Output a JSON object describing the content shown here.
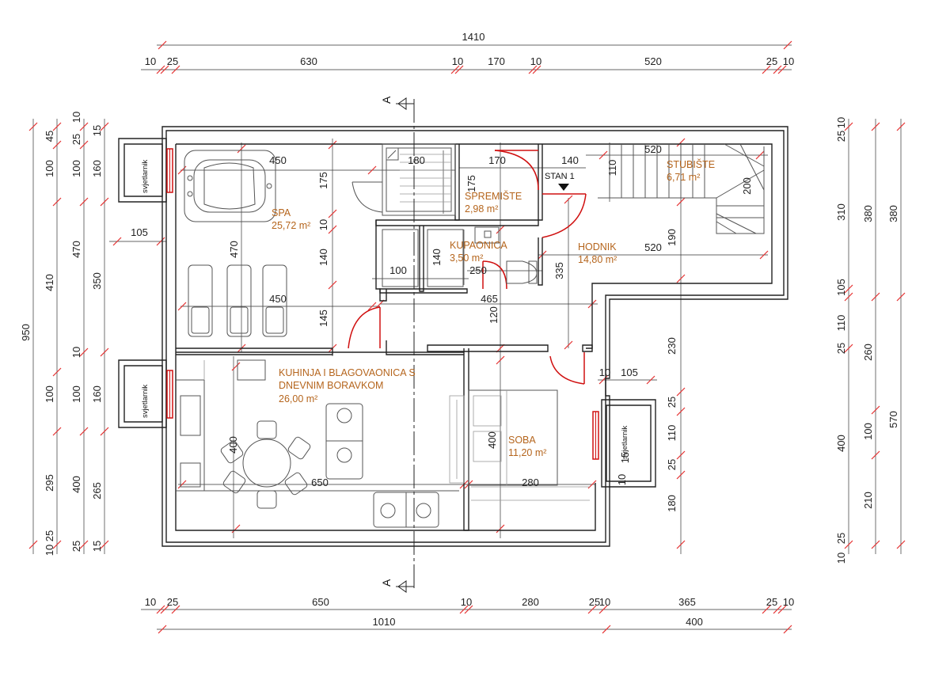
{
  "plan": {
    "section_marker": "A",
    "unit_label": "STAN 1",
    "lightwell_label": "svjetlarnik",
    "rooms": [
      {
        "name": "SPA",
        "area": "25,72 m²"
      },
      {
        "name": "SPREMIŠTE",
        "area": "2,98 m²"
      },
      {
        "name": "STUBIŠTE",
        "area": "6,71 m²"
      },
      {
        "name": "KUPAONICA",
        "area": "3,50 m²"
      },
      {
        "name": "HODNIK",
        "area": "14,80 m²"
      },
      {
        "name": "KUHINJA I BLAGOVAONICA S DNEVNIM BORAVKOM",
        "area": "26,00 m²"
      },
      {
        "name": "SOBA",
        "area": "11,20 m²"
      }
    ],
    "dims_top_total": "1410",
    "dims_top_row": [
      "10",
      "25",
      "630",
      "10",
      "170",
      "10",
      "520",
      "25",
      "10"
    ],
    "dims_bottom_row": [
      "10",
      "25",
      "650",
      "10",
      "280",
      "25",
      "10",
      "365",
      "25",
      "10"
    ],
    "dims_bottom_totals": [
      "1010",
      "400"
    ],
    "dims_left_total": "950",
    "dims_left_col1": [
      "45",
      "100",
      "410",
      "100",
      "295",
      "10",
      "25"
    ],
    "dims_left_col2": [
      "25",
      "10",
      "100",
      "470",
      "10",
      "100",
      "400",
      "25"
    ],
    "dims_left_col3": [
      "15",
      "160",
      "350",
      "160",
      "265",
      "15"
    ],
    "dims_right_col1": [
      "25",
      "10",
      "310",
      "105",
      "110",
      "25",
      "400",
      "10",
      "25"
    ],
    "dims_right_col2": [
      "380",
      "260",
      "100",
      "210"
    ],
    "dims_right_col3": [
      "380",
      "570"
    ],
    "dims_left_extra": [
      "105"
    ],
    "dims_interior": [
      "450",
      "175",
      "10",
      "470",
      "140",
      "450",
      "145",
      "180",
      "170",
      "175",
      "140",
      "110",
      "520",
      "200",
      "100",
      "140",
      "250",
      "335",
      "190",
      "520",
      "465",
      "120",
      "230",
      "10",
      "105",
      "25",
      "110",
      "25",
      "400",
      "650",
      "400",
      "280",
      "180",
      "15",
      "10"
    ]
  }
}
